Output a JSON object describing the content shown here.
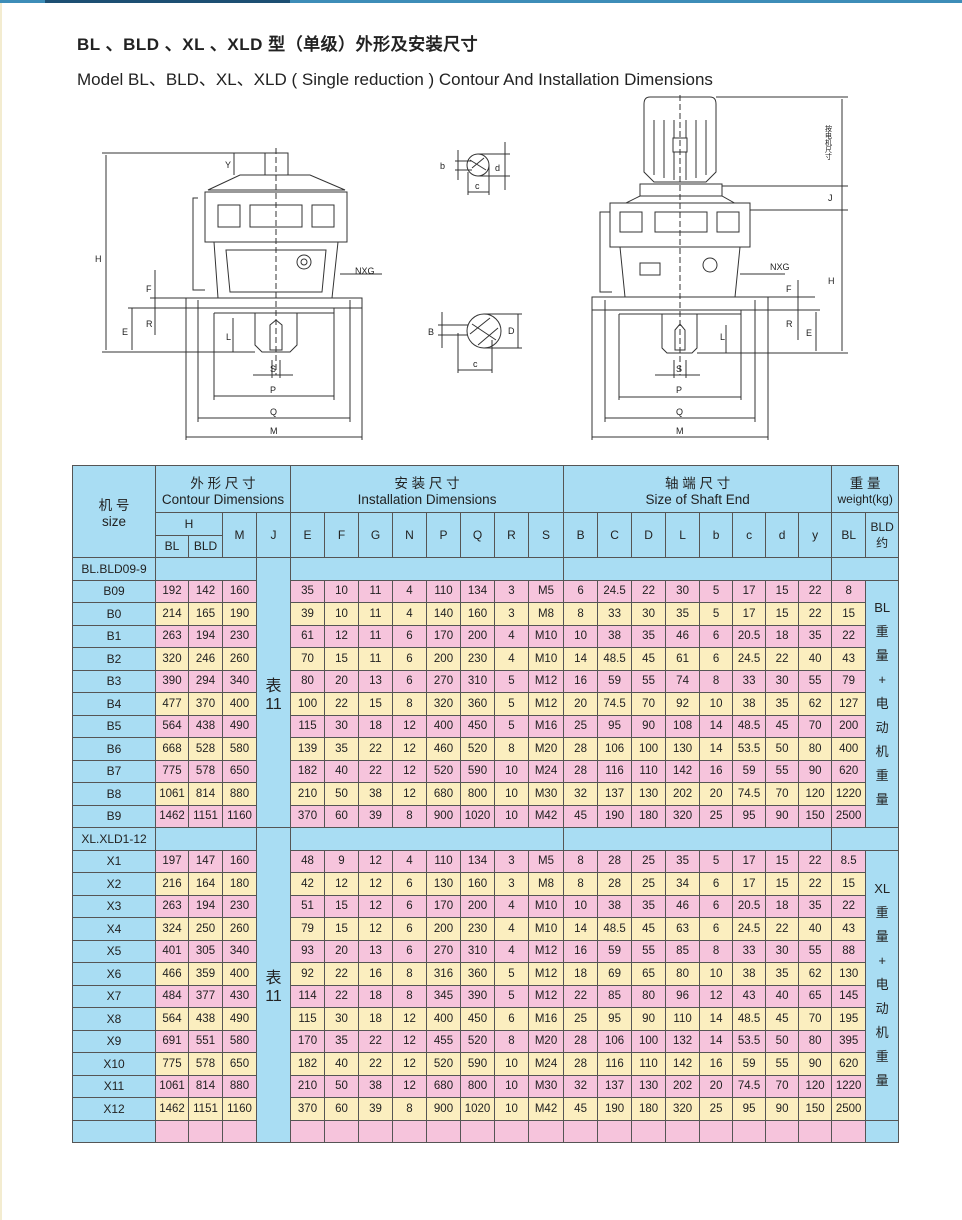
{
  "title_cn": "BL 、BLD 、XL 、XLD 型（单级）外形及安装尺寸",
  "title_en": "Model BL、BLD、XL、XLD ( Single reduction ) Contour And Installation Dimensions",
  "drawing": {
    "left": {
      "H": "H",
      "E": "E",
      "R": "R",
      "F": "F",
      "L": "L",
      "Y": "Y",
      "NXG": "NXG",
      "S": "S",
      "P": "P",
      "Q": "Q",
      "M": "M"
    },
    "section_small": {
      "b": "b",
      "c": "c",
      "d": "d"
    },
    "section_large": {
      "B": "B",
      "c": "c",
      "D": "D"
    },
    "right": {
      "motor_note": "按电机尺寸",
      "J": "J",
      "H": "H",
      "E": "E",
      "R": "R",
      "F": "F",
      "L": "L",
      "NXG": "NXG",
      "S": "S",
      "P": "P",
      "Q": "Q",
      "M": "M"
    }
  },
  "table": {
    "size_cn": "机 号",
    "size_en": "size",
    "contour_cn": "外 形 尺 寸",
    "contour_en": "Contour Dimensions",
    "install_cn": "安 装 尺 寸",
    "install_en": "Installation  Dimensions",
    "shaft_cn": "轴 端 尺 寸",
    "shaft_en": "Size of Shaft  End",
    "weight_cn": "重 量",
    "weight_en": "weight(kg)",
    "col_H": "H",
    "col_BL": "BL",
    "col_BLD": "BLD",
    "col_M": "M",
    "col_J": "J",
    "install_cols": [
      "E",
      "F",
      "G",
      "N",
      "P",
      "Q",
      "R",
      "S"
    ],
    "shaft_cols": [
      "B",
      "C",
      "D",
      "L",
      "b",
      "c",
      "d",
      "y"
    ],
    "weight_BL": "BL",
    "weight_BLD": "BLD",
    "weight_BLD_note": "约",
    "j_note_1": "表",
    "j_note_2": "11",
    "groups": [
      {
        "label": "BL.BLD09-9",
        "weight_note": [
          "BL",
          "重",
          "量",
          "+",
          "电",
          "动",
          "机",
          "重",
          "量"
        ],
        "rows": [
          [
            "B09",
            "192",
            "142",
            "160",
            "35",
            "10",
            "11",
            "4",
            "110",
            "134",
            "3",
            "M5",
            "6",
            "24.5",
            "22",
            "30",
            "5",
            "17",
            "15",
            "22",
            "8"
          ],
          [
            "B0",
            "214",
            "165",
            "190",
            "39",
            "10",
            "11",
            "4",
            "140",
            "160",
            "3",
            "M8",
            "8",
            "33",
            "30",
            "35",
            "5",
            "17",
            "15",
            "22",
            "15"
          ],
          [
            "B1",
            "263",
            "194",
            "230",
            "61",
            "12",
            "11",
            "6",
            "170",
            "200",
            "4",
            "M10",
            "10",
            "38",
            "35",
            "46",
            "6",
            "20.5",
            "18",
            "35",
            "22"
          ],
          [
            "B2",
            "320",
            "246",
            "260",
            "70",
            "15",
            "11",
            "6",
            "200",
            "230",
            "4",
            "M10",
            "14",
            "48.5",
            "45",
            "61",
            "6",
            "24.5",
            "22",
            "40",
            "43"
          ],
          [
            "B3",
            "390",
            "294",
            "340",
            "80",
            "20",
            "13",
            "6",
            "270",
            "310",
            "5",
            "M12",
            "16",
            "59",
            "55",
            "74",
            "8",
            "33",
            "30",
            "55",
            "79"
          ],
          [
            "B4",
            "477",
            "370",
            "400",
            "100",
            "22",
            "15",
            "8",
            "320",
            "360",
            "5",
            "M12",
            "20",
            "74.5",
            "70",
            "92",
            "10",
            "38",
            "35",
            "62",
            "127"
          ],
          [
            "B5",
            "564",
            "438",
            "490",
            "115",
            "30",
            "18",
            "12",
            "400",
            "450",
            "5",
            "M16",
            "25",
            "95",
            "90",
            "108",
            "14",
            "48.5",
            "45",
            "70",
            "200"
          ],
          [
            "B6",
            "668",
            "528",
            "580",
            "139",
            "35",
            "22",
            "12",
            "460",
            "520",
            "8",
            "M20",
            "28",
            "106",
            "100",
            "130",
            "14",
            "53.5",
            "50",
            "80",
            "400"
          ],
          [
            "B7",
            "775",
            "578",
            "650",
            "182",
            "40",
            "22",
            "12",
            "520",
            "590",
            "10",
            "M24",
            "28",
            "116",
            "110",
            "142",
            "16",
            "59",
            "55",
            "90",
            "620"
          ],
          [
            "B8",
            "1061",
            "814",
            "880",
            "210",
            "50",
            "38",
            "12",
            "680",
            "800",
            "10",
            "M30",
            "32",
            "137",
            "130",
            "202",
            "20",
            "74.5",
            "70",
            "120",
            "1220"
          ],
          [
            "B9",
            "1462",
            "1151",
            "1160",
            "370",
            "60",
            "39",
            "8",
            "900",
            "1020",
            "10",
            "M42",
            "45",
            "190",
            "180",
            "320",
            "25",
            "95",
            "90",
            "150",
            "2500"
          ]
        ]
      },
      {
        "label": "XL.XLD1-12",
        "weight_note": [
          "XL",
          "重",
          "量",
          "+",
          "电",
          "动",
          "机",
          "重",
          "量"
        ],
        "rows": [
          [
            "X1",
            "197",
            "147",
            "160",
            "48",
            "9",
            "12",
            "4",
            "110",
            "134",
            "3",
            "M5",
            "8",
            "28",
            "25",
            "35",
            "5",
            "17",
            "15",
            "22",
            "8.5"
          ],
          [
            "X2",
            "216",
            "164",
            "180",
            "42",
            "12",
            "12",
            "6",
            "130",
            "160",
            "3",
            "M8",
            "8",
            "28",
            "25",
            "34",
            "6",
            "17",
            "15",
            "22",
            "15"
          ],
          [
            "X3",
            "263",
            "194",
            "230",
            "51",
            "15",
            "12",
            "6",
            "170",
            "200",
            "4",
            "M10",
            "10",
            "38",
            "35",
            "46",
            "6",
            "20.5",
            "18",
            "35",
            "22"
          ],
          [
            "X4",
            "324",
            "250",
            "260",
            "79",
            "15",
            "12",
            "6",
            "200",
            "230",
            "4",
            "M10",
            "14",
            "48.5",
            "45",
            "63",
            "6",
            "24.5",
            "22",
            "40",
            "43"
          ],
          [
            "X5",
            "401",
            "305",
            "340",
            "93",
            "20",
            "13",
            "6",
            "270",
            "310",
            "4",
            "M12",
            "16",
            "59",
            "55",
            "85",
            "8",
            "33",
            "30",
            "55",
            "88"
          ],
          [
            "X6",
            "466",
            "359",
            "400",
            "92",
            "22",
            "16",
            "8",
            "316",
            "360",
            "5",
            "M12",
            "18",
            "69",
            "65",
            "80",
            "10",
            "38",
            "35",
            "62",
            "130"
          ],
          [
            "X7",
            "484",
            "377",
            "430",
            "114",
            "22",
            "18",
            "8",
            "345",
            "390",
            "5",
            "M12",
            "22",
            "85",
            "80",
            "96",
            "12",
            "43",
            "40",
            "65",
            "145"
          ],
          [
            "X8",
            "564",
            "438",
            "490",
            "115",
            "30",
            "18",
            "12",
            "400",
            "450",
            "6",
            "M16",
            "25",
            "95",
            "90",
            "110",
            "14",
            "48.5",
            "45",
            "70",
            "195"
          ],
          [
            "X9",
            "691",
            "551",
            "580",
            "170",
            "35",
            "22",
            "12",
            "455",
            "520",
            "8",
            "M20",
            "28",
            "106",
            "100",
            "132",
            "14",
            "53.5",
            "50",
            "80",
            "395"
          ],
          [
            "X10",
            "775",
            "578",
            "650",
            "182",
            "40",
            "22",
            "12",
            "520",
            "590",
            "10",
            "M24",
            "28",
            "116",
            "110",
            "142",
            "16",
            "59",
            "55",
            "90",
            "620"
          ],
          [
            "X11",
            "1061",
            "814",
            "880",
            "210",
            "50",
            "38",
            "12",
            "680",
            "800",
            "10",
            "M30",
            "32",
            "137",
            "130",
            "202",
            "20",
            "74.5",
            "70",
            "120",
            "1220"
          ],
          [
            "X12",
            "1462",
            "1151",
            "1160",
            "370",
            "60",
            "39",
            "8",
            "900",
            "1020",
            "10",
            "M42",
            "45",
            "190",
            "180",
            "320",
            "25",
            "95",
            "90",
            "150",
            "2500"
          ]
        ]
      }
    ]
  },
  "colors": {
    "header_blue": "#a9ddf3",
    "row_pink": "#f6c4dc",
    "row_yellow": "#fbeebf",
    "top_rule": "#3d8db8"
  }
}
